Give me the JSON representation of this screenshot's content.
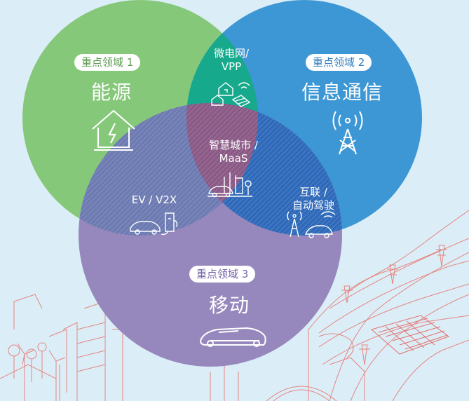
{
  "domains": [
    {
      "tag": "重点领域 1",
      "title": "能源",
      "color": "#86c87a",
      "icon": "house-energy-icon"
    },
    {
      "tag": "重点领域 2",
      "title": "信息通信",
      "color": "#3d97d4",
      "icon": "cell-tower-icon"
    },
    {
      "tag": "重点领域 3",
      "title": "移动",
      "color": "#9688bd",
      "icon": "car-icon"
    }
  ],
  "overlaps": {
    "energy_ict": {
      "line1": "微电网/",
      "line2": "VPP",
      "icon": "microgrid-icon"
    },
    "energy_mobility": {
      "line1": "EV / V2X",
      "icon": "ev-charging-icon"
    },
    "ict_mobility": {
      "line1": "互联 /",
      "line2": "自动驾驶",
      "icon": "connected-car-icon"
    },
    "center": {
      "line1": "智慧城市 /",
      "line2": "MaaS",
      "icon": "smart-city-icon"
    }
  }
}
